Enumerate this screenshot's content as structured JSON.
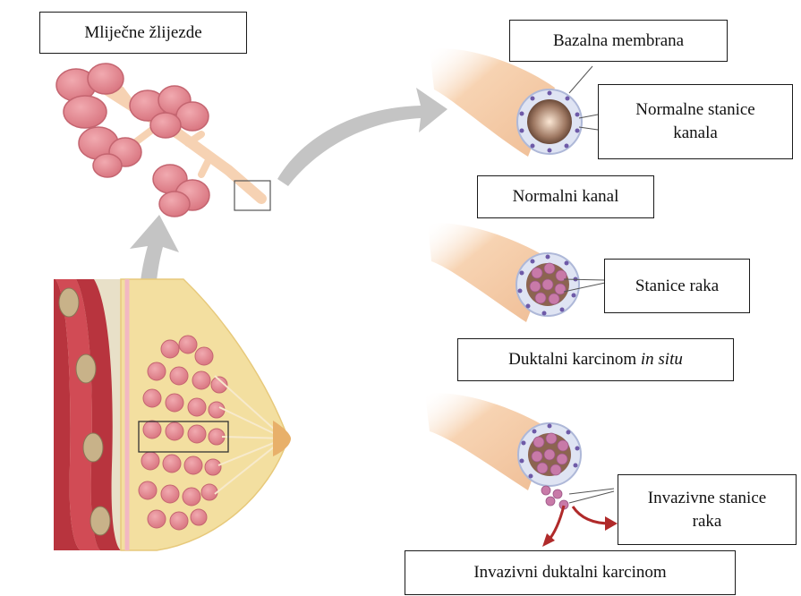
{
  "labels": {
    "mammary_glands": "Mliječne žlijezde",
    "basement_membrane": "Bazalna membrana",
    "normal_duct_cells_line1": "Normalne stanice",
    "normal_duct_cells_line2": "kanala",
    "normal_duct": "Normalni kanal",
    "cancer_cells": "Stanice raka",
    "dcis_prefix": "Duktalni karcinom ",
    "dcis_italic": "in situ",
    "invasive_cells_line1": "Invazivne stanice",
    "invasive_cells_line2": "raka",
    "invasive_ductal_carcinoma": "Invazivni duktalni karcinom"
  },
  "colors": {
    "duct": "#f4c9a4",
    "duct_shadow": "#e0a77f",
    "lobule": "#e58d95",
    "lobule_edge": "#b55862",
    "breast_fat": "#f3dfa0",
    "muscle": "#c0404a",
    "arrow_gray": "#bdbdbd",
    "invasion_arrow": "#b02a2a",
    "cell_membrane": "#b9c6e8",
    "cancer_cell": "#c87aa8"
  }
}
